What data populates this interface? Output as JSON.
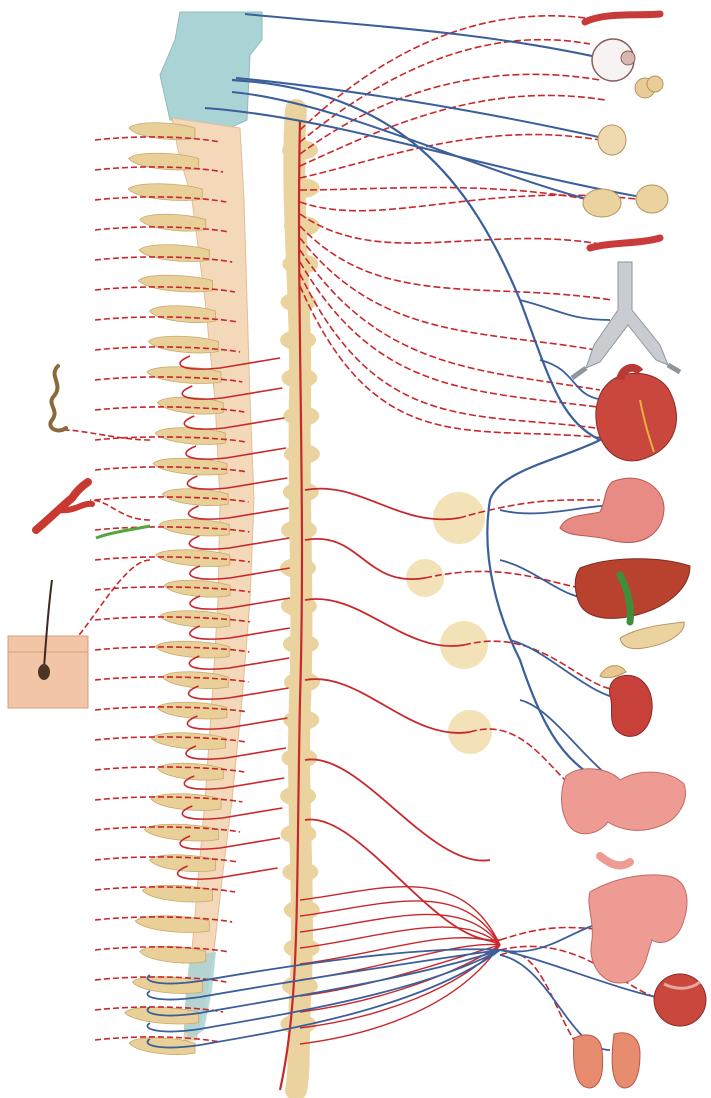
{
  "colors": {
    "background": "#ffffff",
    "sympathetic_red": "#c8282c",
    "parasympathetic_blue": "#3a5f9a",
    "spinal_cord": "#f2d7b8",
    "brainstem_teal": "#a8d4d4",
    "vertebra": "#e9cf98",
    "ganglion": "#f2dfb0",
    "organ_pink": "#e98b85",
    "organ_red": "#c9473d",
    "gland_tan": "#e8c88e",
    "liver": "#b8422e",
    "lung_gray": "#c9cdd2",
    "skin": "#f0c3a4",
    "gallbladder_green": "#3f8f3a"
  },
  "structures": {
    "central": [
      "brainstem-region",
      "spinal-cord",
      "sacral-cord-region",
      "sympathetic-chain"
    ],
    "peripheral": [
      "celiac-ganglion",
      "superior-mesenteric-ganglion",
      "aorticorenal-ganglion",
      "inferior-mesenteric-ganglion",
      "pelvic-plexus"
    ],
    "organs": [
      "eye",
      "lacrimal-gland",
      "parotid-gland",
      "submandibular-gland",
      "sublingual-gland",
      "head-blood-vessel",
      "neck-blood-vessel",
      "trachea-bronchi",
      "heart",
      "stomach",
      "liver",
      "gallbladder",
      "pancreas",
      "adrenal-gland",
      "kidney",
      "small-intestine",
      "large-intestine",
      "urinary-bladder",
      "genitals"
    ],
    "peripheral_targets": [
      "sweat-gland",
      "blood-vessel-skin",
      "hair-follicle-skin"
    ]
  }
}
